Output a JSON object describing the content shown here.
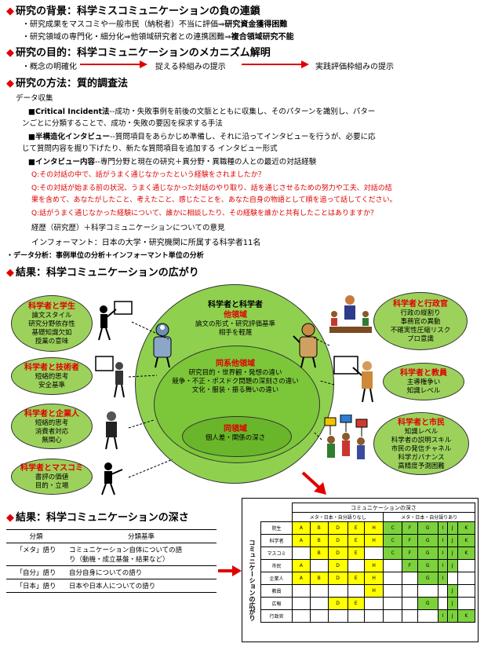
{
  "bg": {
    "heading": "研究の背景：科学ミスコミュニケーションの負の連鎖",
    "line1_pre": "・研究成果をマスコミや一般市民（納税者）不当に評価⇒",
    "line1_bold": "研究資金獲得困難",
    "line2_pre": "・研究領域の専門化・細分化⇒他領域研究者との連携困難⇒",
    "line2_bold": "複合領域研究不能"
  },
  "purpose": {
    "heading": "研究の目的：科学コミュニケーションのメカニズム解明",
    "step1": "・概念の明確化",
    "step2": "捉える枠組みの提示",
    "step3": "実践評価枠組みの提示"
  },
  "method": {
    "heading": "研究の方法：質的調査法",
    "collect": "データ収集",
    "ci_title": "■Critical Incident法",
    "ci_body1": "--成功・失敗事例を前後の文脈とともに収集し、そのパターンを識別し、パター",
    "ci_body2": "ンごとに分類することで、成功・失敗の要因を探求する手法",
    "ss_title": "■半構造化インタビュー",
    "ss_body1": "--質問項目をあらかじめ準備し、それに沿ってインタビューを行うが、必要に応",
    "ss_body2": "じて質問内容を掘り下げたり、新たな質問項目を追加する インタビュー形式",
    "iv_title": "■インタビュー内容",
    "iv_body": "--専門分野と現在の研究＋異分野・異職種の人との最近の対話経験",
    "q1": "Q:その対話の中で、話がうまく通じなかったという経験をされましたか？",
    "q2a": "Q:その対話が始まる前の状況、うまく通じなかった対話のやり取り、話を通じさせるための努力や工夫、対話の結",
    "q2b": "果を含めて、あなたがしたこと、考えたこと、感じたことを、あなた自身の物語として順を追って話してください。",
    "q3": "Q:話がうまく通じなかった経験について、誰かに相談したり、その経験を誰かと共有したことはありますか？",
    "career": "経歴（研究歴）＋科学コミュニケーションについての意見",
    "informant": "インフォーマント：日本の大学・研究機関に所属する科学者11名",
    "analysis": "・データ分析：事例単位の分析＋インフォーマント単位の分析"
  },
  "spread": {
    "heading": "結果：科学コミュニケーションの広がり",
    "center_top": "科学者と科学者",
    "other_title": "他領域",
    "other_l1": "論文の形式・研究評価基準",
    "other_l2": "相手を軽蔑",
    "same_sys_title": "同系他領域",
    "same_sys_l1": "研究目的・世界観・発想の違い",
    "same_sys_l2": "競争・不正・ポスドク問題の深刻さの違い",
    "same_sys_l3": "文化・服装・振る舞いの違い",
    "same_title": "同領域",
    "same_l1": "個人差・関係の深さ",
    "b_student_title": "科学者と学生",
    "b_student_l1": "論文スタイル",
    "b_student_l2": "研究分野依存性",
    "b_student_l3": "基礎知識欠如",
    "b_student_l4": "授業の意味",
    "b_engineer_title": "科学者と技術者",
    "b_engineer_l1": "短絡的思考",
    "b_engineer_l2": "安全基準",
    "b_company_title": "科学者と企業人",
    "b_company_l1": "短絡的思考",
    "b_company_l2": "消費者対応",
    "b_company_l3": "無関心",
    "b_media_title": "科学者とマスコミ",
    "b_media_l1": "書評の価値",
    "b_media_l2": "目的・立場",
    "b_admin_title": "科学者と行政官",
    "b_admin_l1": "行政の縦割り",
    "b_admin_l2": "事務官の異動",
    "b_admin_l3": "不確実性圧縮リスク",
    "b_admin_l4": "プロ意識",
    "b_teacher_title": "科学者と教員",
    "b_teacher_l1": "主導権争い",
    "b_teacher_l2": "知識レベル",
    "b_citizen_title": "科学者と市民",
    "b_citizen_l1": "知識レベル",
    "b_citizen_l2": "科学者の説明スキル",
    "b_citizen_l3": "市民の発信チャネル",
    "b_citizen_l4": "科学ガバナンス",
    "b_citizen_l5": "高精度予測困難"
  },
  "depth": {
    "heading": "結果：科学コミュニケーションの深さ",
    "col1": "分類",
    "col2": "分類基準",
    "r1_name": "「メタ」語り",
    "r1_desc1": "コミュニケーション自体についての語",
    "r1_desc2": "り（動機・成立基盤・結果など）",
    "r2_name": "「自分」語り",
    "r2_desc": "自分自身についての語り",
    "r3_name": "「日本」語り",
    "r3_desc": "日本や日本人についての語り"
  },
  "grid": {
    "title": "コミュニケーションの深さ",
    "no_meta": "メタ・日本・自分語りなし",
    "with_meta": "メタ・日本・自分語りあり",
    "side_label": "コミュニケーションの広がり",
    "rows": [
      {
        "label": "院生",
        "cells": [
          "A",
          "B",
          "D",
          "E",
          "H",
          "C",
          "F",
          "G",
          "I",
          "J",
          "K"
        ]
      },
      {
        "label": "科学者",
        "cells": [
          "A",
          "B",
          "D",
          "E",
          "H",
          "C",
          "F",
          "G",
          "I",
          "J",
          "K"
        ]
      },
      {
        "label": "マスコミ",
        "cells": [
          "",
          "B",
          "D",
          "E",
          "",
          "C",
          "F",
          "G",
          "I",
          "J",
          "K"
        ]
      },
      {
        "label": "市民",
        "cells": [
          "A",
          "",
          "D",
          "",
          "H",
          "",
          "F",
          "G",
          "I",
          "J",
          ""
        ]
      },
      {
        "label": "企業人",
        "cells": [
          "A",
          "B",
          "D",
          "E",
          "H",
          "",
          "",
          "G",
          "I",
          "",
          ""
        ]
      },
      {
        "label": "教員",
        "cells": [
          "",
          "",
          "",
          "",
          "H",
          "",
          "",
          "",
          "",
          "J",
          ""
        ]
      },
      {
        "label": "広報",
        "cells": [
          "",
          "",
          "D",
          "E",
          "",
          "",
          "",
          "G",
          "",
          "J",
          ""
        ]
      },
      {
        "label": "行政官",
        "cells": [
          "",
          "",
          "",
          "",
          "",
          "",
          "",
          "",
          "I",
          "J",
          "K"
        ]
      }
    ]
  }
}
